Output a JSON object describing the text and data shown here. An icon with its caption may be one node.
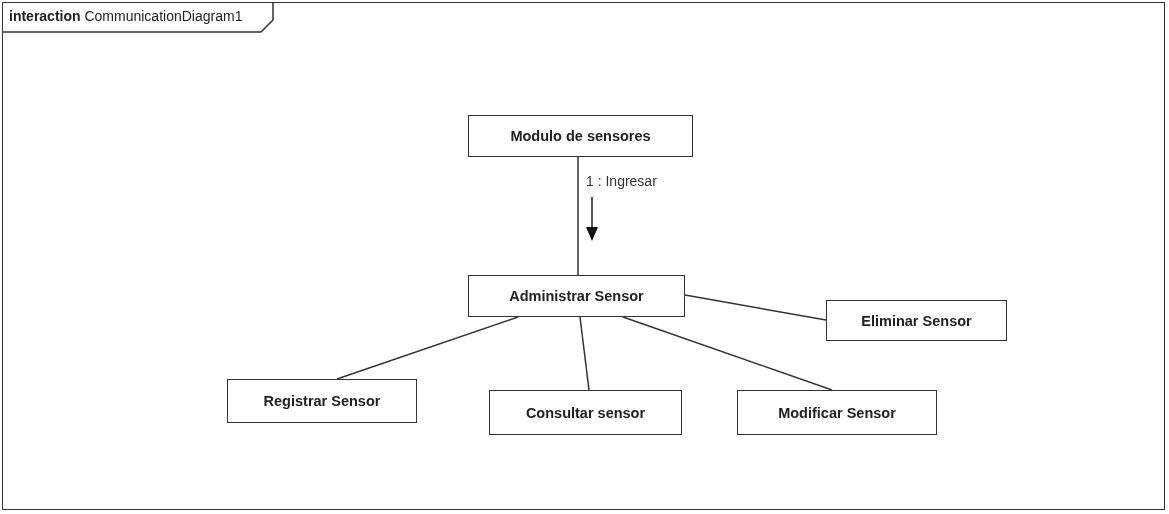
{
  "diagram": {
    "nodes": [
      {
        "text": [
          "**interaction** CommunicationDiagram1"
        ]
      },
      {
        "text": [
          "Modulo de sensores"
        ],
        "in": 0
      },
      {
        "text": [
          "Administrar Sensor"
        ],
        "in": 0
      },
      {
        "text": [
          "Eliminar Sensor"
        ],
        "in": 0
      },
      {
        "text": [
          "Registrar Sensor"
        ],
        "in": 0
      },
      {
        "text": [
          "Consultar sensor"
        ],
        "in": 0
      },
      {
        "text": [
          "Modificar Sensor"
        ],
        "in": 0
      }
    ],
    "edges": [
      {
        "from": 1,
        "to": 2,
        "arrow": "none",
        "label": "1 : Ingresar"
      },
      {
        "from": 2,
        "to": 3,
        "arrow": "none"
      },
      {
        "from": 2,
        "to": 4,
        "arrow": "none"
      },
      {
        "from": 2,
        "to": 5,
        "arrow": "none"
      },
      {
        "from": 2,
        "to": 6,
        "arrow": "none"
      }
    ]
  }
}
